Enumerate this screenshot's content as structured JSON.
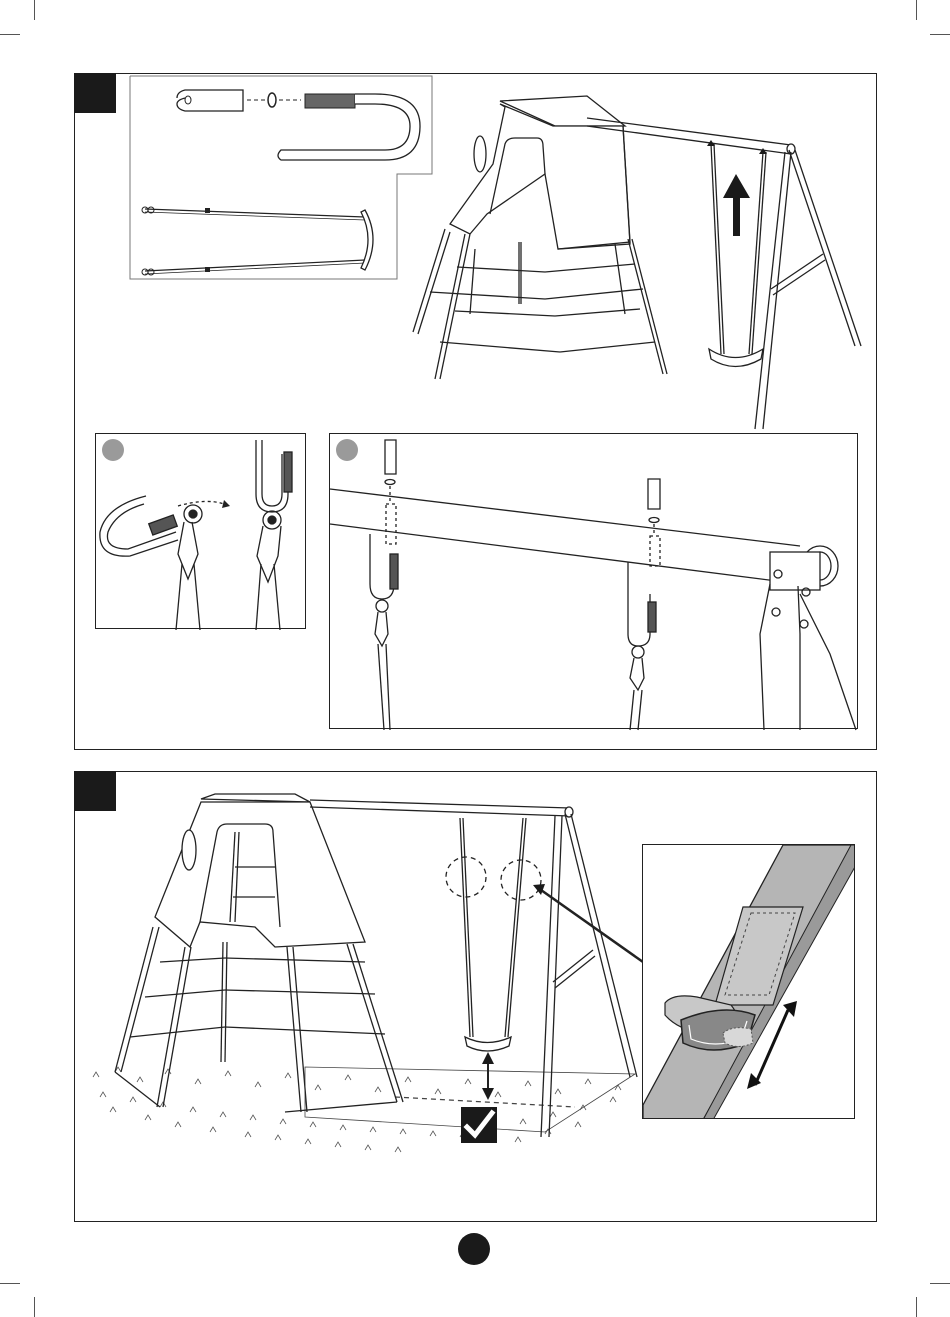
{
  "steps": [
    {
      "illustration": "attach-swing-seat",
      "parts_box": [
        "end-cap",
        "washer",
        "u-bolt-hook",
        "swing-ropes-with-seat"
      ],
      "insets": [
        {
          "illustration": "hook-through-eye",
          "marker": "grey-dot"
        },
        {
          "illustration": "bolt-hooks-through-top-bar",
          "marker": "grey-dot"
        }
      ]
    },
    {
      "illustration": "adjust-seat-height",
      "detail": "strap-buckle-adjust",
      "check_icon": "check-mark-icon"
    }
  ],
  "colors": {
    "ink": "#1a1a1a",
    "badge": "#1a1a1a",
    "dot": "#9a9a9a",
    "strap": "#b5b5b5"
  }
}
